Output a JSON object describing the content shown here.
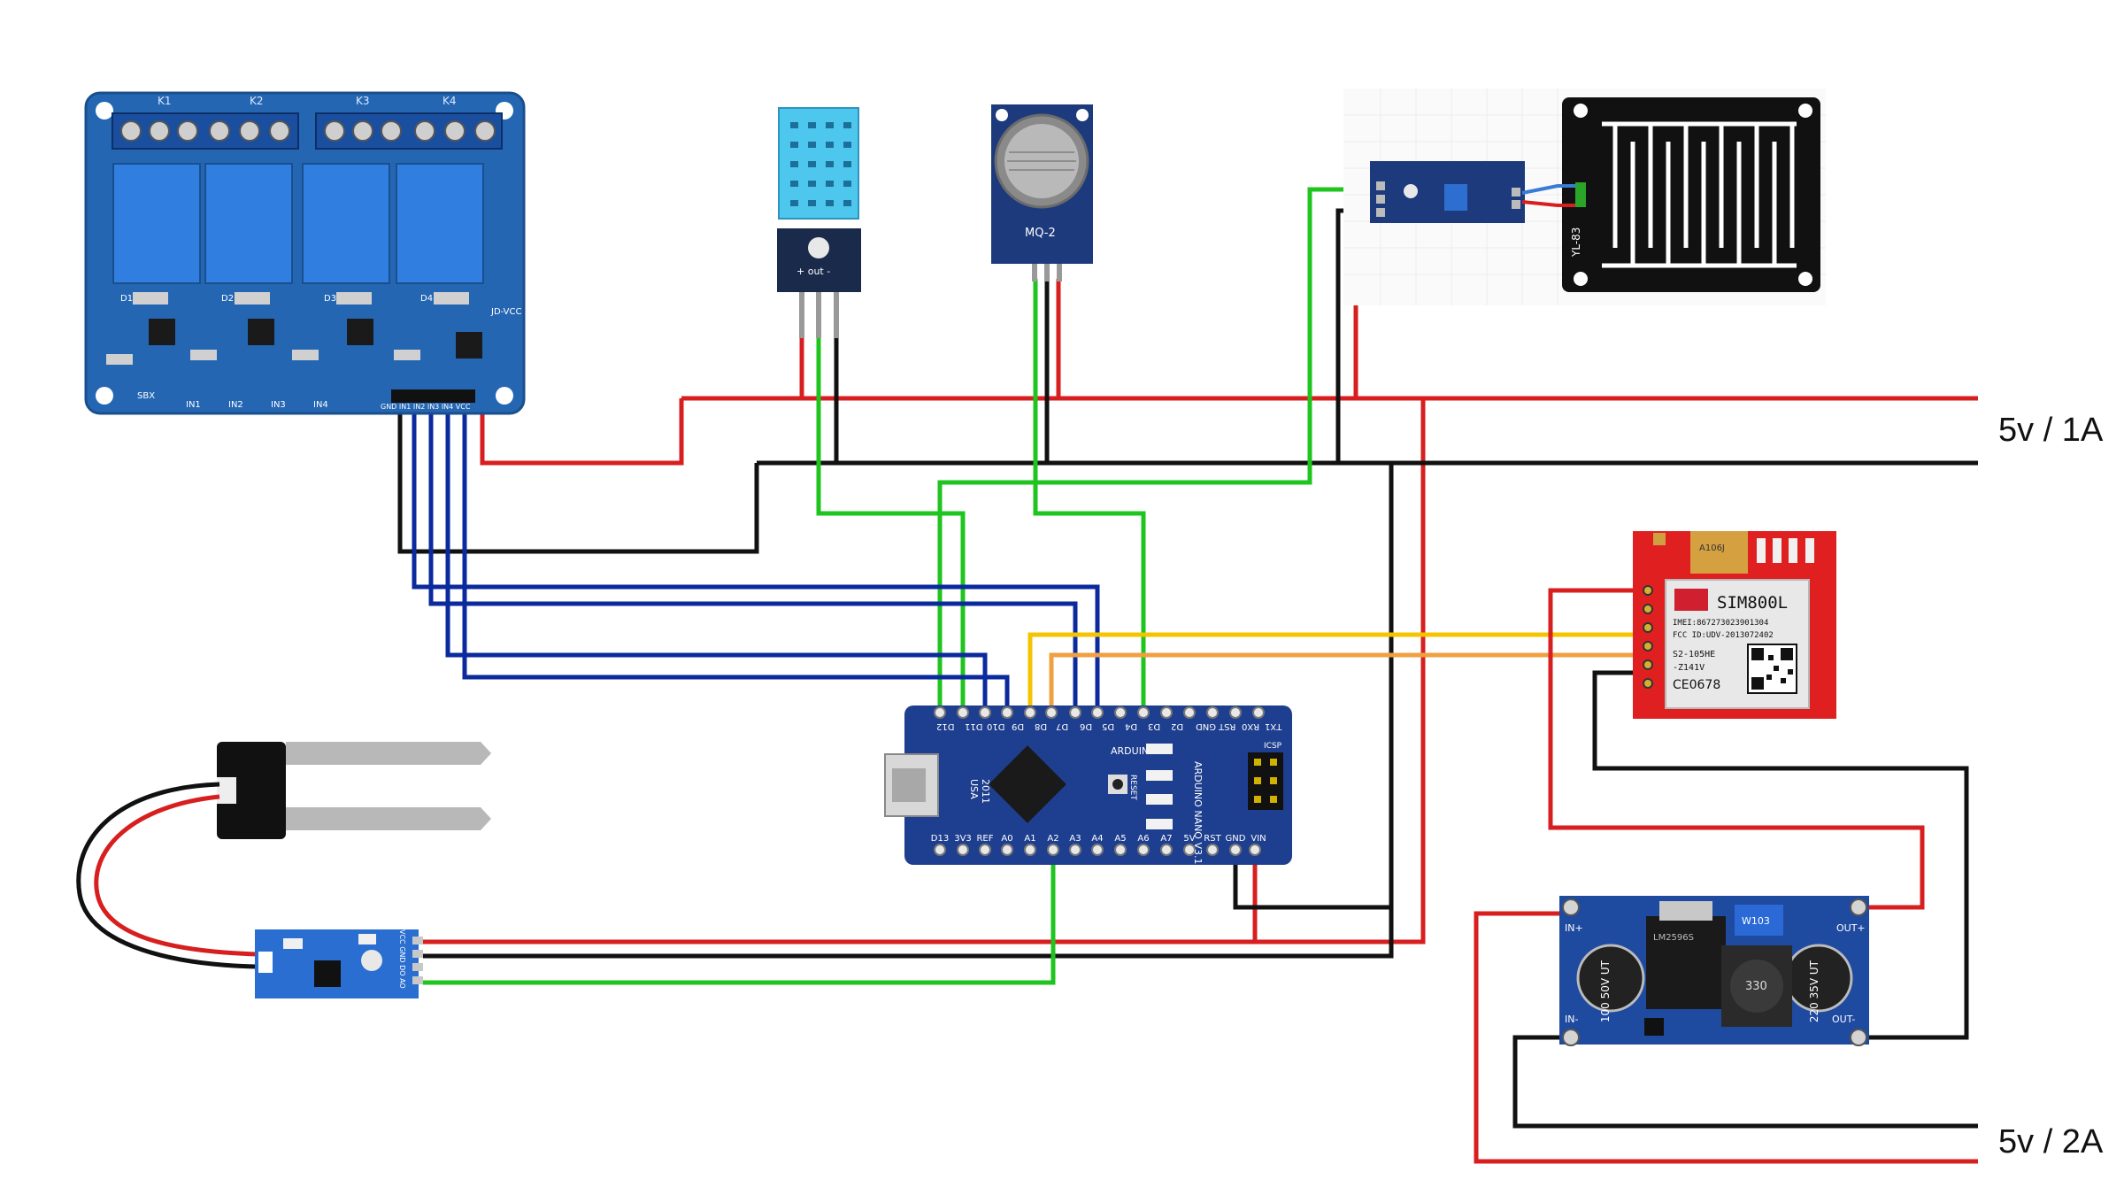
{
  "power_labels": {
    "supply_1": "5v / 1A",
    "supply_2": "5v / 2A"
  },
  "relay_module": {
    "relays": [
      "K1",
      "K2",
      "K3",
      "K4"
    ],
    "leds": [
      "D1",
      "D2",
      "D3",
      "D4"
    ],
    "inputs": [
      "IN1",
      "IN2",
      "IN3",
      "IN4"
    ],
    "brand": "SBX",
    "jumper": "JD-VCC",
    "header": "GND IN1 IN2 IN3 IN4 VCC"
  },
  "dht_sensor": {
    "pins": "+ out -"
  },
  "mq2_sensor": {
    "label": "MQ-2"
  },
  "rain_sensor": {
    "board_label": "YL-83"
  },
  "sim800l": {
    "title": "SIM800L",
    "imei": "IMEI:867273023901304",
    "fcc": "FCC ID:UDV-2013072402",
    "model": "S2-105HE",
    "version": "-Z141V",
    "ce": "CE0678",
    "cap_label": "A106J"
  },
  "arduino_nano": {
    "name": "ARDUINO NANO V3.1",
    "site": "ARDUINO.CC",
    "country": "USA",
    "year": "2011",
    "reset": "RESET",
    "icsp": "ICSP",
    "top_pins": [
      "D12",
      "D11",
      "D10",
      "D9",
      "D8",
      "D7",
      "D6",
      "D5",
      "D4",
      "D3",
      "D2",
      "GND",
      "RST",
      "RX0",
      "TX1"
    ],
    "bottom_pins": [
      "D13",
      "3V3",
      "REF",
      "A0",
      "A1",
      "A2",
      "A3",
      "A4",
      "A5",
      "A6",
      "A7",
      "5V",
      "RST",
      "GND",
      "VIN"
    ]
  },
  "buck_converter": {
    "in_plus": "IN+",
    "in_minus": "IN-",
    "out_plus": "OUT+",
    "out_minus": "OUT-",
    "cap_left": "100 50V UT",
    "cap_right": "220 35V UT",
    "inductor": "330",
    "chip": "LM2596S",
    "pot": "W103"
  },
  "soil_sensor": {
    "module_pins": "VCC GND DO AO"
  },
  "colors": {
    "power": "#d71f1f",
    "ground": "#111111",
    "signal_green": "#1fc41f",
    "signal_blue": "#0b2a9e",
    "tx_yellow": "#f5c400",
    "rx_orange": "#f0a040",
    "board_blue": "#1b5aa8",
    "nano_blue": "#1e3f8f",
    "sim_red": "#e02020"
  }
}
